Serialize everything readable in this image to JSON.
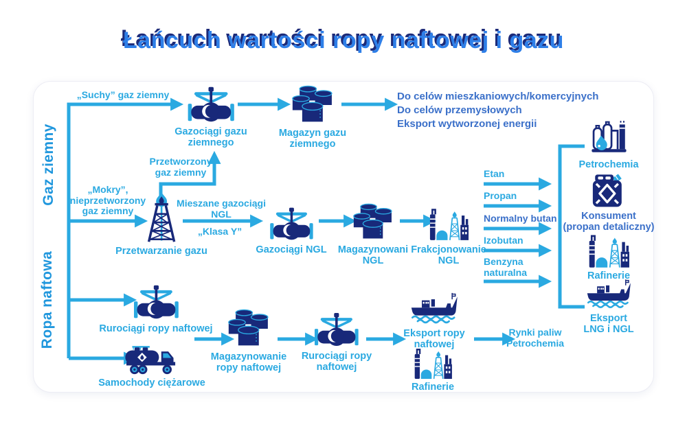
{
  "title": "Łańcuch wartości ropy naftowej i gazu",
  "axes": {
    "gas": "Gaz ziemny",
    "oil": "Ropa naftowa"
  },
  "flows": {
    "dry_gas": "„Suchy” gaz ziemny",
    "processed_gas": "Przetworzony\ngaz ziemny",
    "wet_gas": "„Mokry”,\nnieprzetworzony\ngaz ziemny",
    "mixed_ngl_pipelines": "Mieszane gazociągi\nNGL",
    "class_y": "„Klasa Y”",
    "ethane": "Etan",
    "propane": "Propan",
    "normal_butane": "Normalny butan",
    "isobutane": "Izobutan",
    "natural_gasoline": "Benzyna\nnaturalna"
  },
  "nodes": {
    "gas_pipelines": "Gazociągi gazu\nziemnego",
    "gas_storage": "Magazyn gazu\nziemnego",
    "gas_processing": "Przetwarzanie gazu",
    "ngl_pipelines": "Gazociągi NGL",
    "ngl_storage": "Magazynowani\nNGL",
    "ngl_fractionation": "Frakcjonowanie\nNGL",
    "petrochemicals": "Petrochemia",
    "consumer": "Konsument\n(propan detaliczny)",
    "refineries_right": "Rafinerie",
    "lng_export": "Eksport\nLNG i NGL",
    "oil_pipelines": "Rurociągi ropy naftowej",
    "trucks": "Samochody ciężarowe",
    "oil_storage": "Magazynowanie\nropy naftowej",
    "oil_pipelines_2": "Rurociągi ropy\nnaftowej",
    "oil_export": "Eksport ropy\nnaftowej",
    "refineries_bottom": "Rafinerie"
  },
  "destinations": {
    "gas_uses": "Do celów mieszkaniowych/komercyjnych\nDo celów przemysłowych\nEksport wytworzonej energii",
    "fuel_markets": "Rynki paliw\nPetrochemia"
  },
  "icons": [
    "valve-icon",
    "barrels-icon",
    "derrick-icon",
    "refinery-icon",
    "petrochemical-plant-icon",
    "jerrycan-icon",
    "ship-icon",
    "tanker-truck-icon"
  ],
  "colors": {
    "accent_light_blue": "#2aa9e1",
    "medium_blue": "#3b70c9",
    "deep_navy": "#18297a",
    "title_blue": "#2e7fe8",
    "title_shadow_navy": "#1c2a78"
  }
}
